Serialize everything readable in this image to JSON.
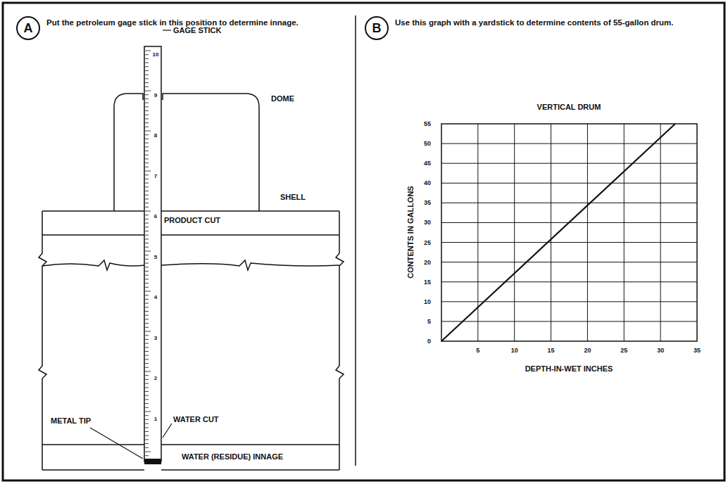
{
  "diagram": {
    "nodes": [
      {
        "text": [
          "A"
        ]
      },
      {
        "text": [
          "B"
        ]
      }
    ],
    "labels": [
      "Put the petroleum gage stick in this position to determine innage.",
      "GAGE STICK",
      "DOME",
      "SHELL",
      "PRODUCT CUT",
      "METAL TIP",
      "WATER CUT",
      "WATER (RESIDUE) INNAGE",
      "10",
      "9",
      "8",
      "7",
      "6",
      "5",
      "4",
      "3",
      "2",
      "1",
      "Use this graph with a yardstick to determine contents of 55-gallon drum.",
      "VERTICAL DRUM",
      "CONTENTS IN GALLONS",
      "DEPTH-IN-WET INCHES",
      "55",
      "50",
      "45",
      "40",
      "35",
      "30",
      "25",
      "20",
      "15",
      "10",
      "5",
      "0",
      "5",
      "10",
      "15",
      "20",
      "25",
      "30",
      "35"
    ]
  }
}
